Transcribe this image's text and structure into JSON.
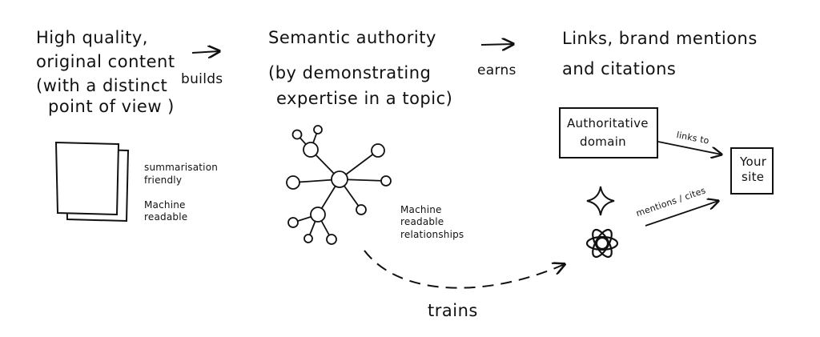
{
  "flow": {
    "content": {
      "line1": "High quality,",
      "line2": "original content",
      "line3": "(with a distinct",
      "line4": "point of view )"
    },
    "builds": "builds",
    "authority": {
      "line1": "Semantic authority",
      "line2": "(by demonstrating",
      "line3": "expertise in a topic)"
    },
    "earns": "earns",
    "links": {
      "line1": "Links, brand mentions",
      "line2": "and citations"
    }
  },
  "document": {
    "label1_l1": "summarisation",
    "label1_l2": "friendly",
    "label2_l1": "Machine",
    "label2_l2": "readable"
  },
  "graph": {
    "label_l1": "Machine",
    "label_l2": "readable",
    "label_l3": "relationships"
  },
  "trains": "trains",
  "authoritative_domain": {
    "line1": "Authoritative",
    "line2": "domain"
  },
  "links_to": "links to",
  "your_site": {
    "line1": "Your",
    "line2": "site"
  },
  "mentions_cites": "mentions / cites",
  "icons": {
    "ai_sparkle": "sparkle-icon",
    "ai_knot": "openai-knot-icon"
  }
}
